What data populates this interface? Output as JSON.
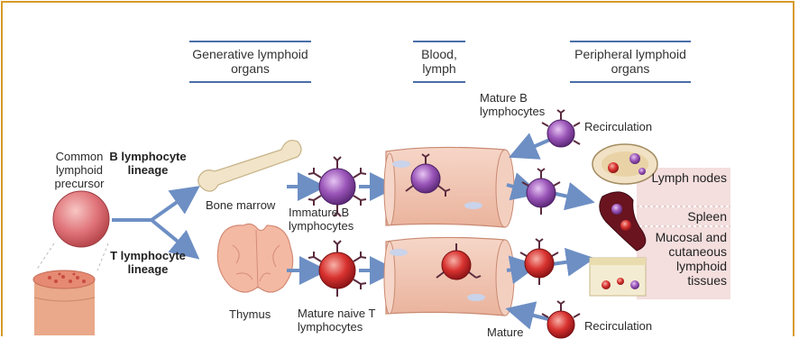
{
  "headers": {
    "generative": "Generative lymphoid organs",
    "blood": "Blood, lymph",
    "peripheral": "Peripheral lymphoid organs"
  },
  "labels": {
    "common_precursor": "Common lymphoid precursor",
    "b_lineage": "B lymphocyte lineage",
    "t_lineage": "T lymphocyte lineage",
    "bone_marrow": "Bone marrow",
    "thymus": "Thymus",
    "immature_b": "Immature B lymphocytes",
    "mature_naive_t": "Mature naive T lymphocytes",
    "mature_b": "Mature B lymphocytes",
    "mature_bottom": "Mature",
    "recirculation_top": "Recirculation",
    "recirculation_bottom": "Recirculation",
    "lymph_nodes": "Lymph nodes",
    "spleen": "Spleen",
    "mucosal": "Mucosal and cutaneous lymphoid tissues"
  },
  "colors": {
    "frame": "#d79a2b",
    "header_rule": "#4a6ea8",
    "arrow": "#6d8fc4",
    "b_cell": "#7a3d9a",
    "t_cell": "#c0262a",
    "vessel": "#f2c7b4",
    "organ_panel": "#f4dede"
  }
}
